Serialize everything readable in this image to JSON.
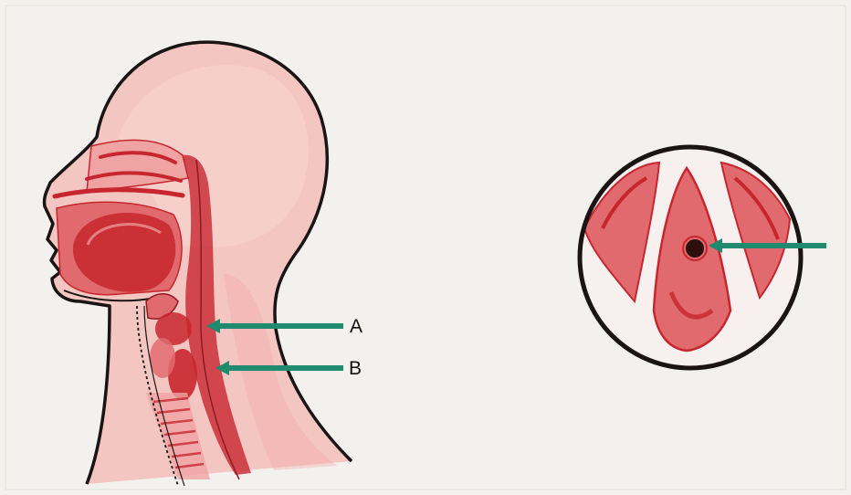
{
  "labels": {
    "a": "A",
    "b": "B"
  },
  "colors": {
    "paper": "#f3f1ee",
    "outline": "#1a1414",
    "skin": "#f4c6c2",
    "tissue_light": "#f0a3a3",
    "tissue_mid": "#e06a6e",
    "tissue_dark": "#c8262e",
    "arrow": "#1f8a6e"
  },
  "icons": {
    "head_section": "sagittal-head-neck-illustration",
    "larynx_view": "laryngoscopic-view-illustration",
    "arrow": "pointer-arrow"
  }
}
